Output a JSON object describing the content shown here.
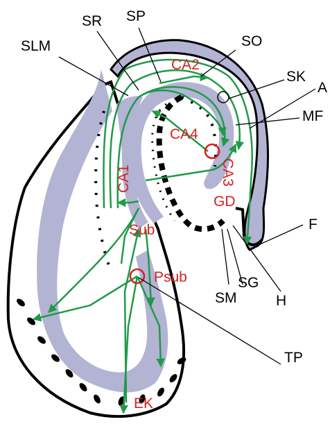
{
  "colors": {
    "background": "#ffffff",
    "tissue_fill": "#b3b3d3",
    "outline": "#000000",
    "pathway": "#1f9a48",
    "region_label": "#d42222",
    "annotation": "#000000"
  },
  "annotation_labels": {
    "slm": "SLM",
    "sr": "SR",
    "sp": "SP",
    "so": "SO",
    "sk": "SK",
    "a": "A",
    "mf": "MF",
    "f": "F",
    "sm": "SM",
    "sg": "SG",
    "h": "H",
    "tp": "TP"
  },
  "region_labels": {
    "ca1": "CA1",
    "ca2": "CA2",
    "ca3": "CA3",
    "ca4": "CA4",
    "gd": "GD",
    "sub": "Sub",
    "psub": "Psub",
    "ek": "EK"
  }
}
